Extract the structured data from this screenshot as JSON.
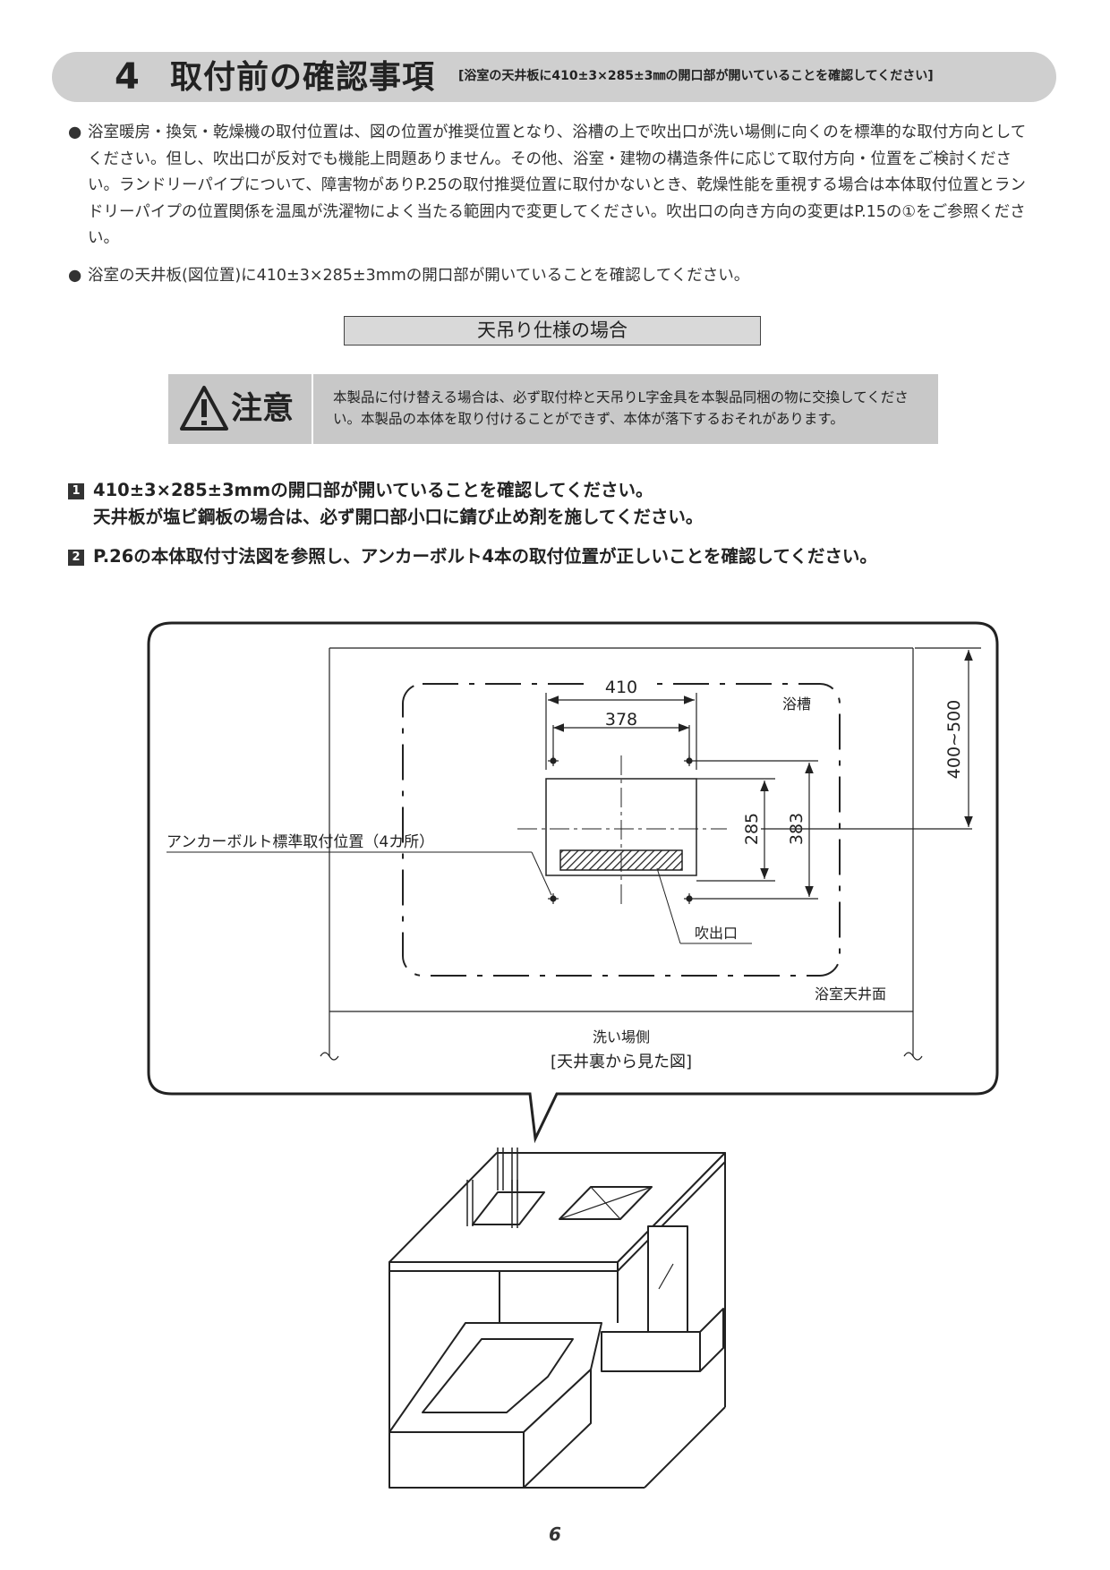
{
  "header": {
    "number": "4",
    "title": "取付前の確認事項",
    "note": "[浴室の天井板に410±3×285±3㎜の開口部が開いていることを確認してください]"
  },
  "paragraphs": [
    {
      "mark": "●",
      "text": "浴室暖房・換気・乾燥機の取付位置は、図の位置が推奨位置となり、浴槽の上で吹出口が洗い場側に向くのを標準的な取付方向としてください。但し、吹出口が反対でも機能上問題ありません。その他、浴室・建物の構造条件に応じて取付方向・位置をご検討ください。ランドリーパイプについて、障害物がありP.25の取付推奨位置に取付かないとき、乾燥性能を重視する場合は本体取付位置とランドリーパイプの位置関係を温風が洗濯物によく当たる範囲内で変更してください。吹出口の向き方向の変更はP.15の①をご参照ください。"
    },
    {
      "mark": "●",
      "text": "浴室の天井板(図位置)に410±3×285±3mmの開口部が開いていることを確認してください。"
    }
  ],
  "spec_box": "天吊り仕様の場合",
  "caution": {
    "icon": "warning-triangle-icon",
    "word": "注意",
    "text": "本製品に付け替える場合は、必ず取付枠と天吊りL字金具を本製品同梱の物に交換してください。本製品の本体を取り付けることができず、本体が落下するおそれがあります。"
  },
  "steps": [
    {
      "num": "1",
      "line1": "410±3×285±3mmの開口部が開いていることを確認してください。",
      "line2": "天井板が塩ビ鋼板の場合は、必ず開口部小口に錆び止め剤を施してください。"
    },
    {
      "num": "2",
      "line1": "P.26の本体取付寸法図を参照し、アンカーボルト4本の取付位置が正しいことを確認してください。"
    }
  ],
  "diagram": {
    "dim_410": "410",
    "dim_378": "378",
    "dim_285": "285",
    "dim_383": "383",
    "dim_400_500": "400~500",
    "bathtub": "浴槽",
    "anchor": "アンカーボルト標準取付位置（4カ所）",
    "outlet": "吹出口",
    "ceiling": "浴室天井面",
    "washing": "洗い場側",
    "caption": "[天井裏から見た図]"
  },
  "page_number": "6"
}
